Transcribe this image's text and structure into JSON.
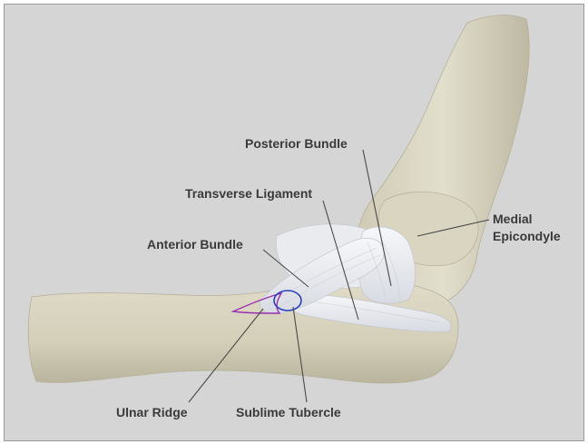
{
  "labels": {
    "posterior_bundle": "Posterior Bundle",
    "transverse_ligament": "Transverse Ligament",
    "anterior_bundle": "Anterior Bundle",
    "medial_epicondyle_line1": "Medial",
    "medial_epicondyle_line2": "Epicondyle",
    "ulnar_ridge": "Ulnar Ridge",
    "sublime_tubercle": "Sublime Tubercle"
  },
  "colors": {
    "background": "#d5d5d5",
    "bone": "#ddd9c6",
    "ligament": "#eef0f4",
    "sublime_tubercle_outline": "#2a3fbf",
    "ulnar_ridge_outline": "#9a2fb0",
    "label_text": "#3a3a3a"
  }
}
